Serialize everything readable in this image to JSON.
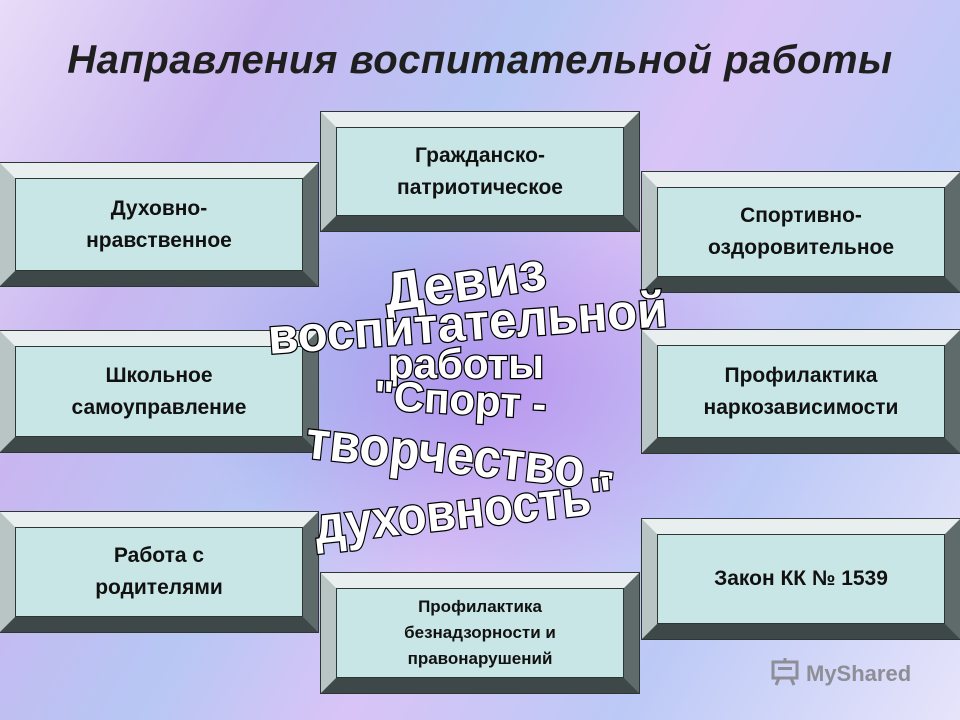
{
  "title": "Направления воспитательной работы",
  "boxes": {
    "dukhovno": "Духовно-\nнравственное",
    "grazhdansko": "Гражданско-\nпатриотическое",
    "sportivno": "Спортивно-\nоздоровительное",
    "shkolnoe": "Школьное\nсамоуправление",
    "narko": "Профилактика\nнаркозависимости",
    "roditeli": "Работа с\nродителями",
    "beznadzor": "Профилактика\nбезнадзорности и\nправонарушений",
    "zakon": "Закон КК № 1539"
  },
  "motto": {
    "line1": "Девиз",
    "line2": "воспитательной",
    "line3": "работы",
    "line4": "\"Спорт -",
    "line5": "творчество -",
    "line6": "духовность\""
  },
  "watermark": "MyShared",
  "icons": {
    "watermark": "presentation-board-icon"
  }
}
